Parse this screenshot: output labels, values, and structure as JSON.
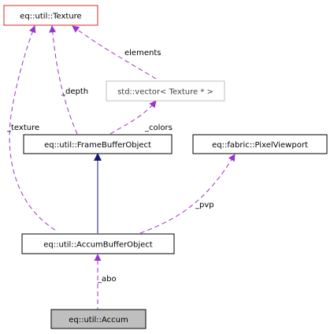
{
  "diagram": {
    "nodes": {
      "texture": {
        "label": "eq::util::Texture",
        "border": "#d12b2b",
        "fill": "#ffffff"
      },
      "vector": {
        "label": "std::vector< Texture * >",
        "border": "#bfbfbf",
        "fill": "#ffffff"
      },
      "framebuffer": {
        "label": "eq::util::FrameBufferObject",
        "border": "#000000",
        "fill": "#ffffff"
      },
      "pixelviewport": {
        "label": "eq::fabric::PixelViewport",
        "border": "#000000",
        "fill": "#ffffff"
      },
      "accumbuffer": {
        "label": "eq::util::AccumBufferObject",
        "border": "#000000",
        "fill": "#ffffff"
      },
      "accum": {
        "label": "eq::util::Accum",
        "border": "#000000",
        "fill": "#bfbfbf"
      }
    },
    "edges": {
      "elements": {
        "label": "elements",
        "color": "#9a32cd",
        "style": "dashed"
      },
      "depth": {
        "label": "_depth",
        "color": "#9a32cd",
        "style": "dashed"
      },
      "texture": {
        "label": "_texture",
        "color": "#9a32cd",
        "style": "dashed"
      },
      "colors": {
        "label": "_colors",
        "color": "#9a32cd",
        "style": "dashed"
      },
      "inheritance": {
        "label": "",
        "color": "#191970",
        "style": "solid"
      },
      "pvp": {
        "label": "_pvp",
        "color": "#9a32cd",
        "style": "dashed"
      },
      "abo": {
        "label": "_abo",
        "color": "#9a32cd",
        "style": "dashed"
      }
    }
  }
}
